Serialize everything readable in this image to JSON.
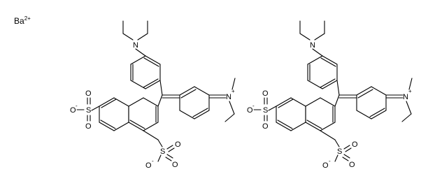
{
  "counterion": {
    "symbol": "Ba",
    "charge": "2+"
  },
  "molecules": [
    {
      "amine_N": "N",
      "iminium_N": "N",
      "iminium_charge": "+",
      "sulfonates": [
        {
          "S": "S",
          "O_top": "O",
          "O_side": "O",
          "O_minus": "O",
          "minus": "-"
        },
        {
          "S": "S",
          "O_top": "O",
          "O_side": "O",
          "O_minus": "O",
          "minus": "-"
        }
      ]
    },
    {
      "amine_N": "N",
      "iminium_N": "N",
      "iminium_charge": "+",
      "sulfonates": [
        {
          "S": "S",
          "O_top": "O",
          "O_side": "O",
          "O_minus": "O",
          "minus": "-"
        },
        {
          "S": "S",
          "O_top": "O",
          "O_side": "O",
          "O_minus": "O",
          "minus": "-"
        }
      ]
    }
  ]
}
